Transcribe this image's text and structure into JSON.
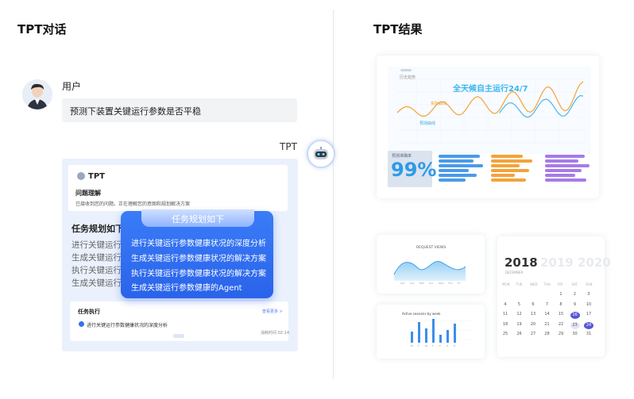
{
  "headers": {
    "left": "TPT对话",
    "right": "TPT结果"
  },
  "chat": {
    "user_name": "用户",
    "user_message": "预测下装置关键运行参数是否平稳",
    "bot_label": "TPT",
    "card_title": "TPT",
    "issue_title": "问题理解",
    "issue_text": "已接收到您的问题。正在理解您的意图和规划解决方案",
    "plan_title": "任务规划如下:",
    "plan_items_visible": [
      "进行关键运行参",
      "生成关键运行参",
      "执行关键运行参",
      "生成关键运行参"
    ],
    "popup_title": "任务规划如下",
    "popup_items": [
      "进行关键运行参数健康状况的深度分析",
      "生成关键运行参数健康状况的解决方案",
      "执行关键运行参数健康状况的解决方案",
      "生成关键运行参数健康的Agent"
    ],
    "exec_title": "任务执行",
    "exec_link": "查看更多 >",
    "exec_item": "进行关键运行参数健康状况的深度分析",
    "exec_time": "消耗时间 02:14"
  },
  "results": {
    "dashboard_title": "全天候自主运行24/7",
    "dashboard_small_label": "历史趋势",
    "series_orange_label": "实际曲线",
    "series_blue_label": "预测曲线",
    "accuracy_label": "预测准确率",
    "accuracy_value": "99%",
    "request_views_title": "REQUEST VIEWS",
    "active_title": "Active sessions by week",
    "years": [
      "2018",
      "2019",
      "2020"
    ],
    "month": "DECEMBER",
    "weekdays": [
      "MON",
      "TUE",
      "WED",
      "THU",
      "FRI",
      "SAT",
      "SUN"
    ],
    "calendar_rows": [
      [
        "",
        "",
        "",
        "",
        "1",
        "2",
        "3"
      ],
      [
        "4",
        "5",
        "6",
        "7",
        "8",
        "9",
        "10"
      ],
      [
        "11",
        "12",
        "13",
        "14",
        "15",
        "16",
        "17"
      ],
      [
        "18",
        "19",
        "20",
        "21",
        "22",
        "23",
        "24"
      ],
      [
        "25",
        "26",
        "27",
        "28",
        "29",
        "30",
        "31"
      ]
    ],
    "accent_purple": "#5b57d9"
  }
}
